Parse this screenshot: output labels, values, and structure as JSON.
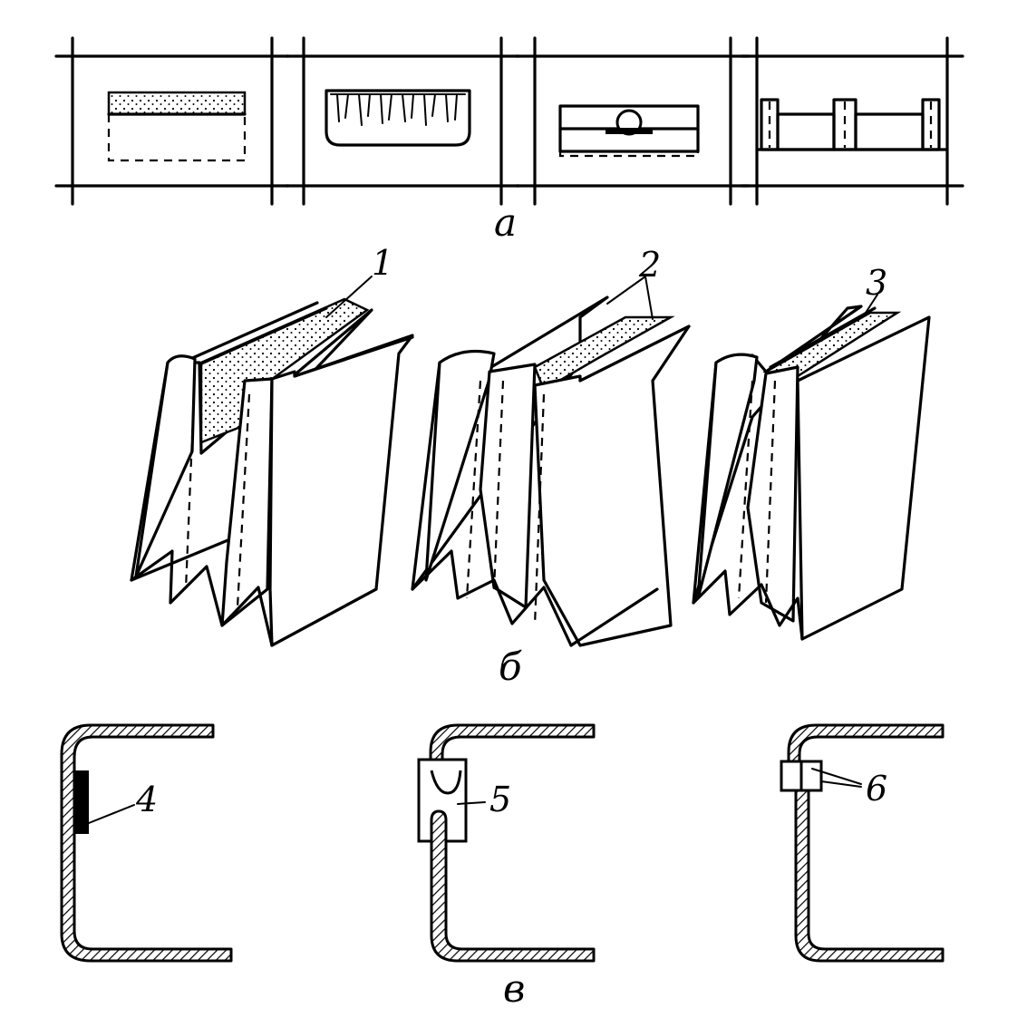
{
  "rows": {
    "a": {
      "caption": "а"
    },
    "b": {
      "caption": "б",
      "callouts": [
        "1",
        "2",
        "3"
      ]
    },
    "v": {
      "caption": "в",
      "callouts": [
        "4",
        "5",
        "6"
      ]
    }
  },
  "colors": {
    "ink": "#000000",
    "paper": "#ffffff"
  }
}
